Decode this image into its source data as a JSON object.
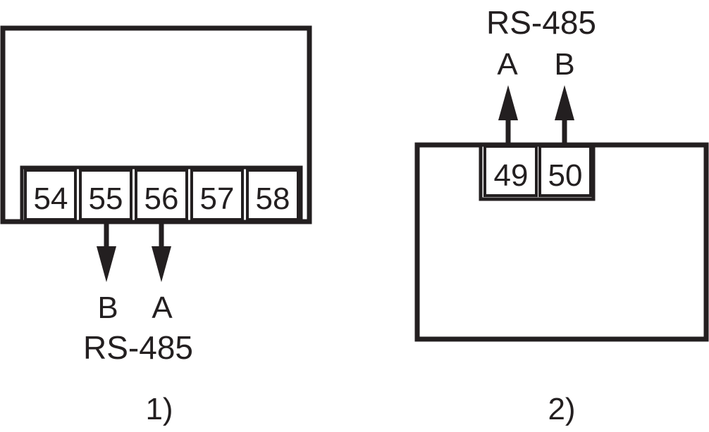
{
  "diagram_1": {
    "terminals": [
      "54",
      "55",
      "56",
      "57",
      "58"
    ],
    "labels": {
      "b": "B",
      "a": "A"
    },
    "bus": "RS-485",
    "caption": "1)"
  },
  "diagram_2": {
    "terminals": [
      "49",
      "50"
    ],
    "labels": {
      "a": "A",
      "b": "B"
    },
    "bus": "RS-485",
    "caption": "2)"
  },
  "colors": {
    "stroke": "#231f20",
    "background": "#ffffff"
  }
}
